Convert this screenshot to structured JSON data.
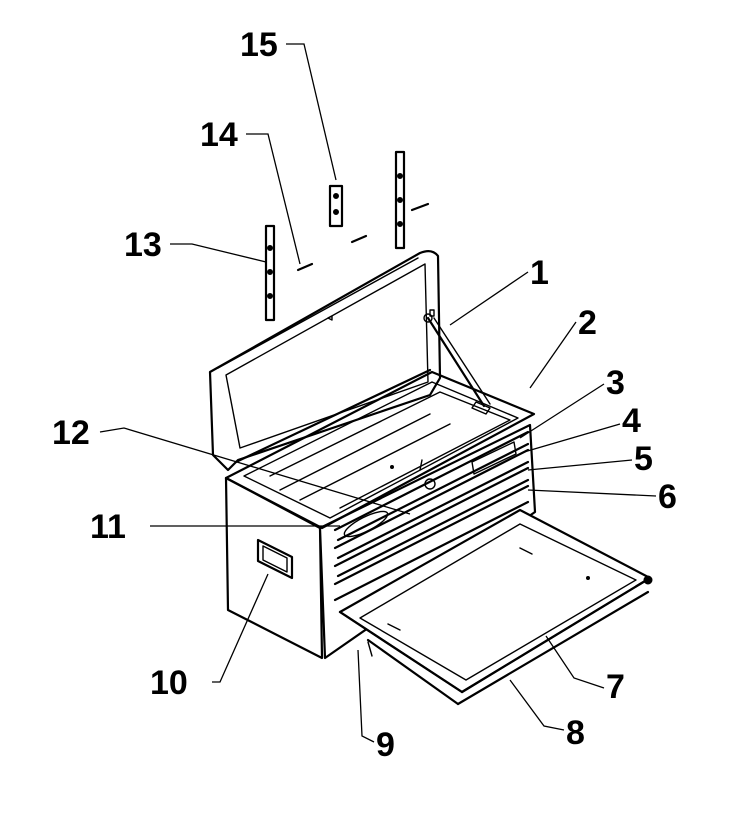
{
  "diagram": {
    "part_numbers": [
      "1",
      "2",
      "3",
      "4",
      "5",
      "6",
      "7",
      "8",
      "9",
      "10",
      "11",
      "12",
      "13",
      "14",
      "15"
    ],
    "colors": {
      "ink": "#000000",
      "paper": "#ffffff"
    }
  }
}
